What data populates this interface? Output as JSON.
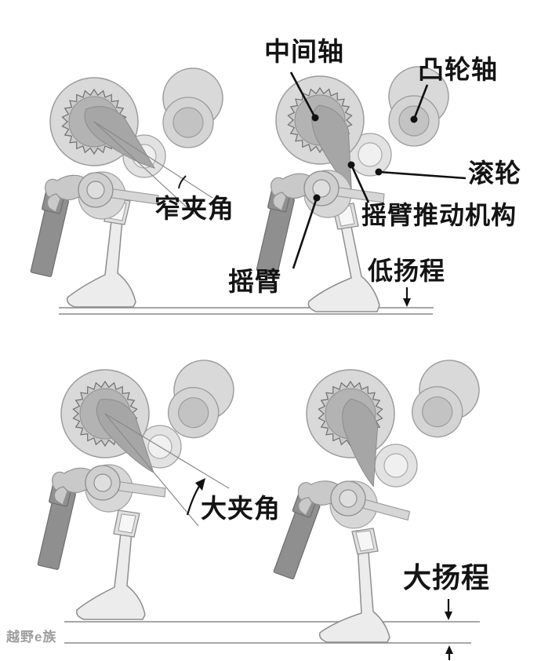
{
  "top_diagram": {
    "labels": {
      "intermediate_shaft": "中间轴",
      "camshaft": "凸轮轴",
      "roller": "滚轮",
      "rocker_push_mechanism": "摇臂推动机构",
      "rocker_arm": "摇臂",
      "low_lift": "低扬程",
      "narrow_angle": "窄夹角"
    }
  },
  "bottom_diagram": {
    "labels": {
      "large_angle": "大夹角",
      "large_lift": "大扬程"
    }
  },
  "watermark": {
    "text": "越野e族"
  },
  "colors": {
    "background": "#ffffff",
    "outline_gray": "#8a8a8a",
    "metal_light": "#d9d9d9",
    "metal_mid": "#b3b3b3",
    "push_lever_gray": "#a6a6a6",
    "dark_element": "#8f8f8f",
    "valve_light": "#ececec",
    "annotation_black": "#111111",
    "watermark_gray": "#9e9e9e"
  }
}
